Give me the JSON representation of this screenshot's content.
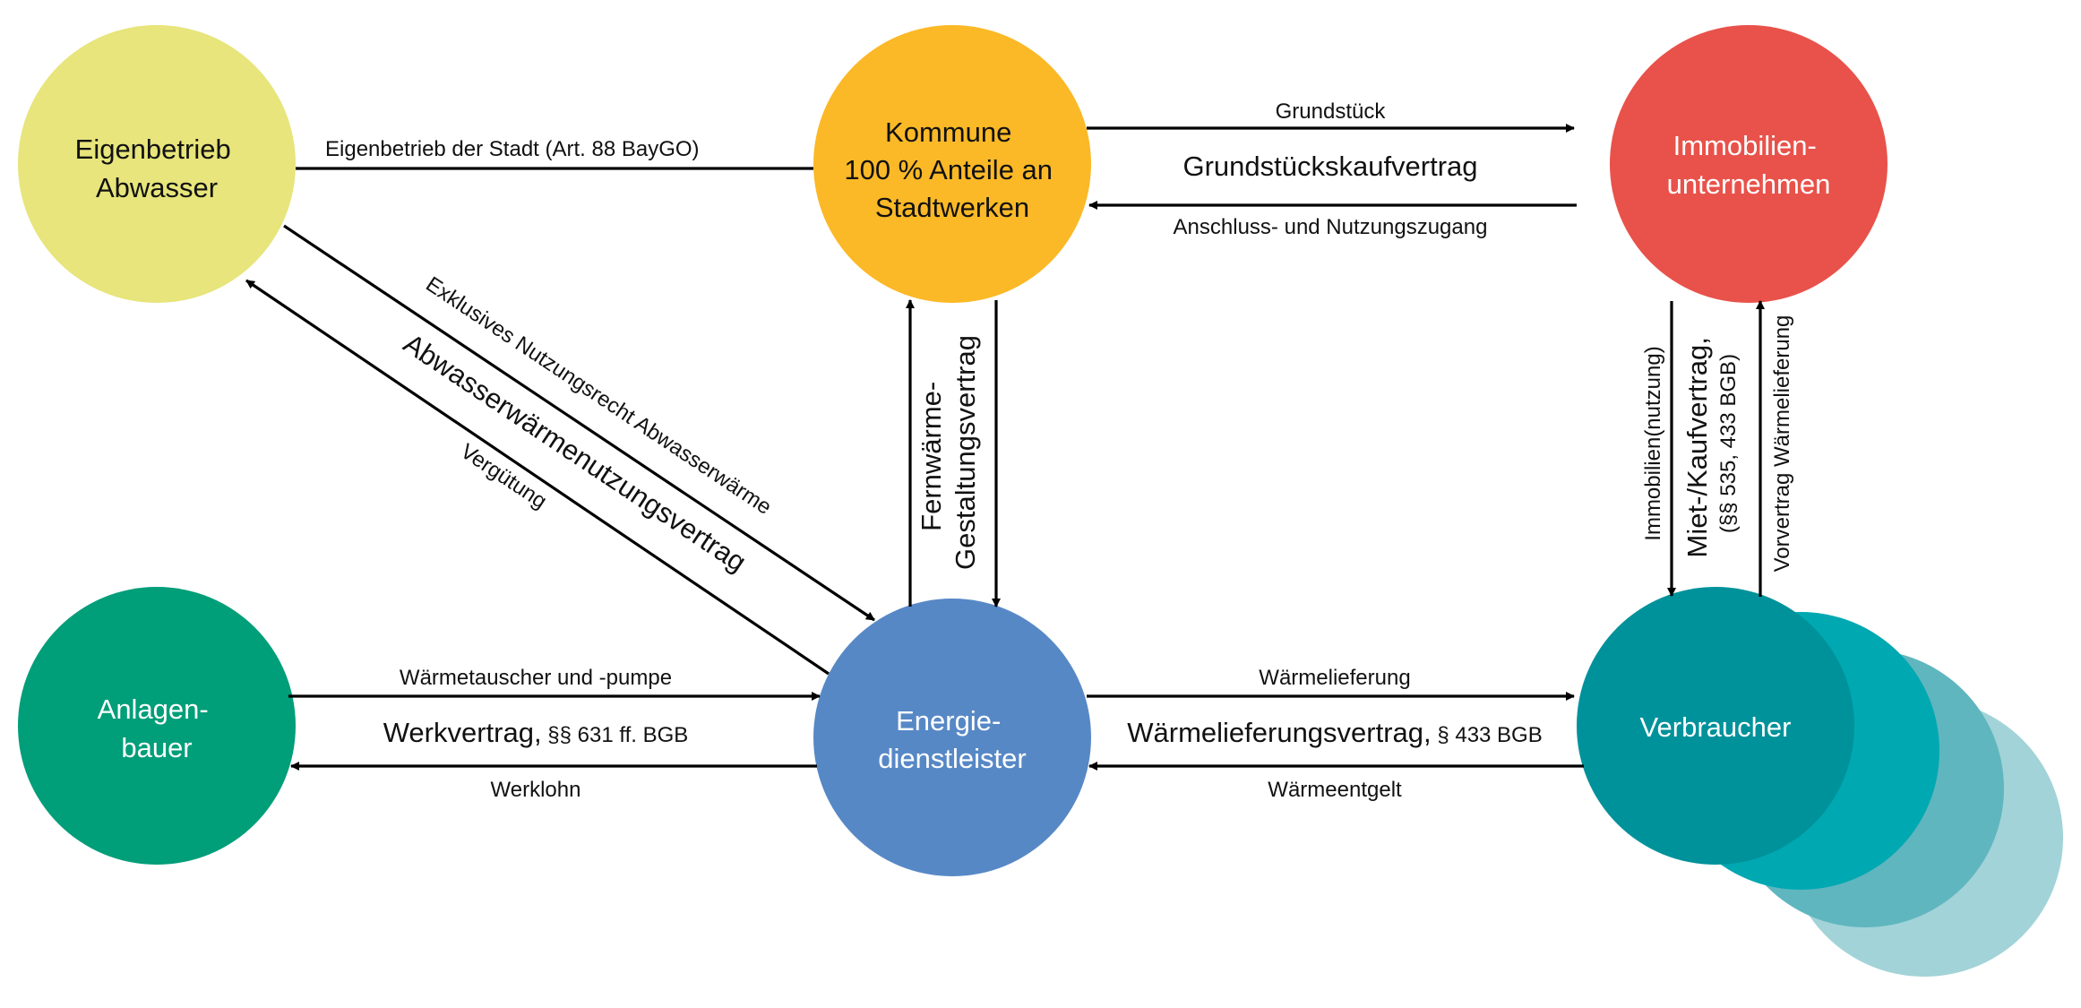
{
  "colors": {
    "eigenbetrieb": "#e7e57b",
    "kommune": "#fbb927",
    "immobilien": "#e8524a",
    "anlagenbauer": "#009e79",
    "energie": "#5788c6",
    "verbraucher_1": "#00929b",
    "verbraucher_2": "#00a8b2",
    "verbraucher_3": "#5fb6bf",
    "verbraucher_4": "#a2d3d8"
  },
  "nodes": {
    "eigenbetrieb": [
      "Eigenbetrieb",
      "Abwasser"
    ],
    "kommune": [
      "Kommune",
      "100 % Anteile an",
      "Stadtwerken"
    ],
    "immobilien": [
      "Immobilien-",
      "unternehmen"
    ],
    "anlagenbauer": [
      "Anlagen-",
      "bauer"
    ],
    "energie": [
      "Energie-",
      "dienstleister"
    ],
    "verbraucher": [
      "Verbraucher"
    ]
  },
  "edges": {
    "eigenbetrieb_kommune": "Eigenbetrieb der Stadt (Art. 88 BayGO)",
    "grundstueck": "Grundstück",
    "grundstueckskaufvertrag": "Grundstückskaufvertrag",
    "anschluss": "Anschluss- und Nutzungszugang",
    "exklusives": "Exklusives Nutzungsrecht  Abwasserwärme",
    "abwasservertrag": "Abwasserwärmenutzungsvertrag",
    "verguetung": "Vergütung",
    "fernwaerme_1": "Fernwärme-",
    "fernwaerme_2": "Gestaltungsvertrag",
    "immobiliennutzung": "Immobilien(nutzung)",
    "mietkauf_1": "Miet-/Kaufvertrag,",
    "mietkauf_2": "(§§ 535, 433 BGB)",
    "vorvertrag": "Vorvertrag Wärmelieferung",
    "waermetauscher": "Wärmetauscher und -pumpe",
    "werkvertrag_main": "Werkvertrag,",
    "werkvertrag_ref": " §§ 631 ff. BGB",
    "werklohn": "Werklohn",
    "waermelieferung": "Wärmelieferung",
    "lieferungsvertrag_main": "Wärmelieferungsvertrag,",
    "lieferungsvertrag_ref": " § 433 BGB",
    "waermeentgelt": "Wärmeentgelt"
  }
}
